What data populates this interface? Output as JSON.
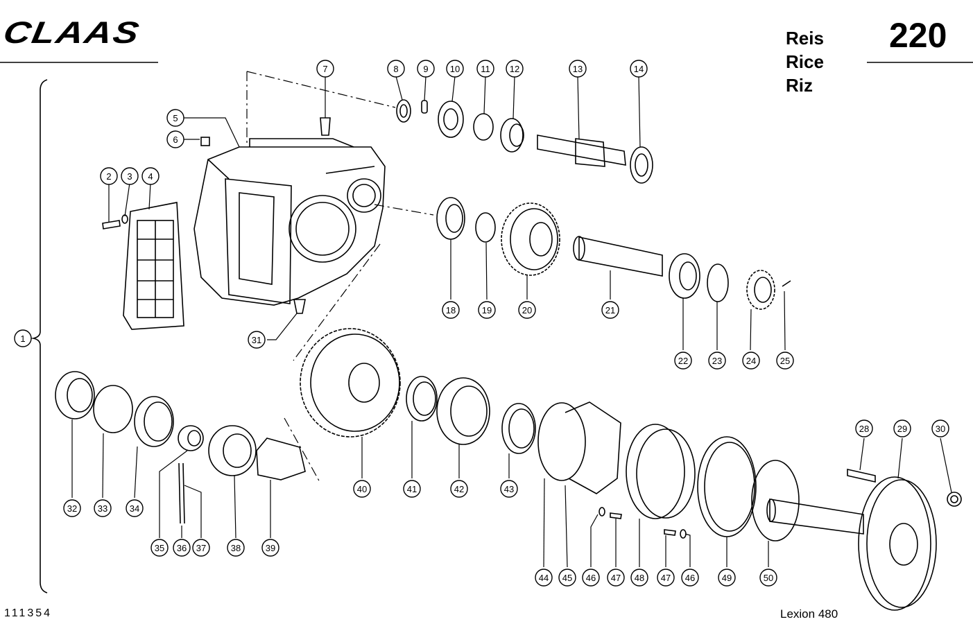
{
  "header": {
    "brand": "CLAAS",
    "languages": [
      "Reis",
      "Rice",
      "Riz"
    ],
    "page_number": "220"
  },
  "footer": {
    "drawing_number": "111354",
    "model": "Lexion 480"
  },
  "callouts": [
    "1",
    "2",
    "3",
    "4",
    "5",
    "6",
    "7",
    "8",
    "9",
    "10",
    "11",
    "12",
    "13",
    "14",
    "18",
    "19",
    "20",
    "21",
    "22",
    "23",
    "24",
    "25",
    "28",
    "29",
    "30",
    "31",
    "32",
    "33",
    "34",
    "35",
    "36",
    "37",
    "38",
    "39",
    "40",
    "41",
    "42",
    "43",
    "44",
    "45",
    "46",
    "47",
    "48",
    "47",
    "46",
    "49",
    "50"
  ]
}
